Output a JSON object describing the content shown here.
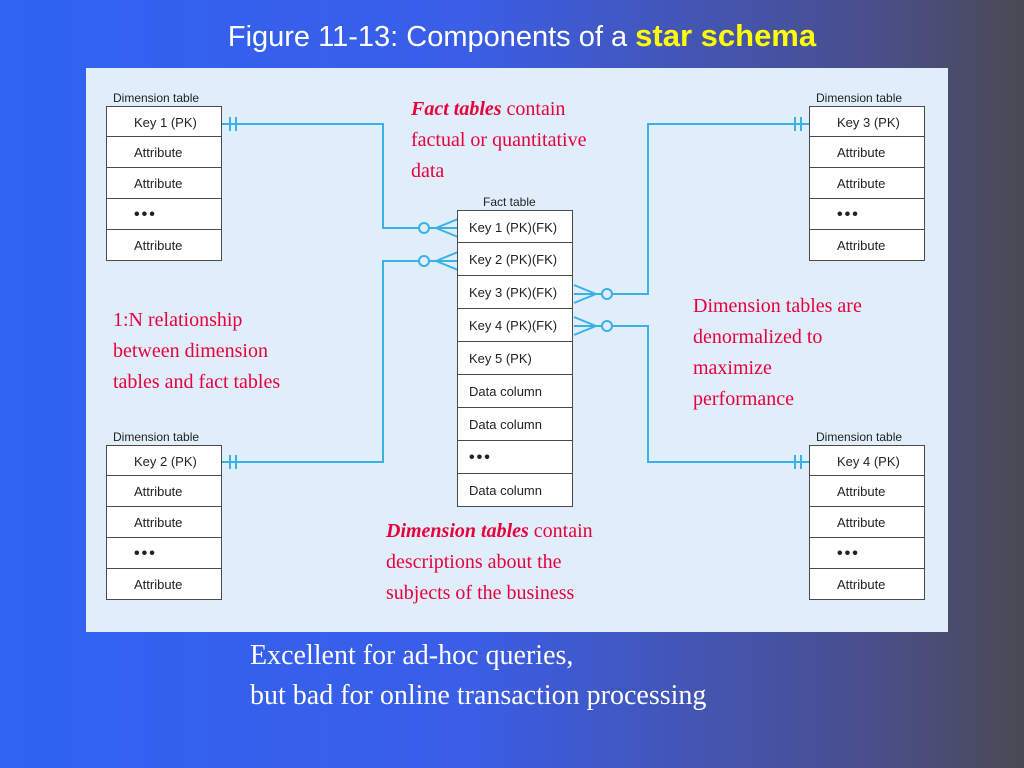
{
  "title": {
    "prefix": "Figure 11-13: Components of a ",
    "highlight": "star schema"
  },
  "dimension_tables": [
    {
      "caption": "Dimension table",
      "rows": [
        "Key 1 (PK)",
        "Attribute",
        "Attribute",
        "•••",
        "Attribute"
      ]
    },
    {
      "caption": "Dimension table",
      "rows": [
        "Key 2 (PK)",
        "Attribute",
        "Attribute",
        "•••",
        "Attribute"
      ]
    },
    {
      "caption": "Dimension table",
      "rows": [
        "Key 3 (PK)",
        "Attribute",
        "Attribute",
        "•••",
        "Attribute"
      ]
    },
    {
      "caption": "Dimension table",
      "rows": [
        "Key 4 (PK)",
        "Attribute",
        "Attribute",
        "•••",
        "Attribute"
      ]
    }
  ],
  "fact_table": {
    "caption": "Fact table",
    "rows": [
      "Key 1 (PK)(FK)",
      "Key 2 (PK)(FK)",
      "Key 3 (PK)(FK)",
      "Key 4 (PK)(FK)",
      "Key 5 (PK)",
      "Data column",
      "Data column",
      "•••",
      "Data column"
    ]
  },
  "notes": {
    "fact": {
      "em": "Fact tables",
      "line1": " contain",
      "line2": "factual or quantitative",
      "line3": "data"
    },
    "relationship": {
      "line1": "1:N relationship",
      "line2": "between dimension",
      "line3": "tables and fact tables"
    },
    "denormalized": {
      "line1": "Dimension tables are",
      "line2": "denormalized to",
      "line3": "maximize",
      "line4": "performance"
    },
    "dimension": {
      "em": "Dimension tables",
      "line1": " contain",
      "line2": "descriptions about the",
      "line3": "subjects of the business"
    }
  },
  "bottom": {
    "line1": "Excellent for ad-hoc queries,",
    "line2": "but bad for online transaction processing"
  }
}
